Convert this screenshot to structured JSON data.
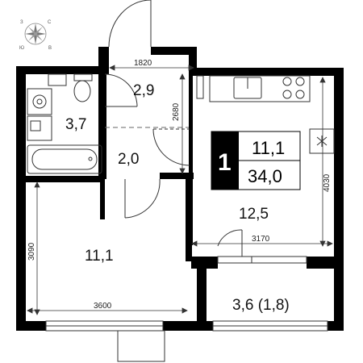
{
  "compass": {
    "north": "С",
    "west": "З",
    "east": "В",
    "south": "Ю"
  },
  "rooms": {
    "hall_area": "2,9",
    "bathroom_area": "3,7",
    "corridor_area": "2,0",
    "bedroom_area": "11,1",
    "kitchen_area": "12,5",
    "loggia_area": "3,6 (1,8)"
  },
  "dimensions": {
    "hall_width": "1820",
    "hall_depth": "2680",
    "kitchen_depth": "4030",
    "kitchen_width": "3170",
    "bedroom_depth": "3090",
    "bedroom_width": "3600"
  },
  "summary": {
    "rooms_count": "1",
    "living_area": "11,1",
    "total_area": "34,0"
  },
  "colors": {
    "wall": "#000000",
    "badge": "#000000",
    "line": "#333333"
  }
}
